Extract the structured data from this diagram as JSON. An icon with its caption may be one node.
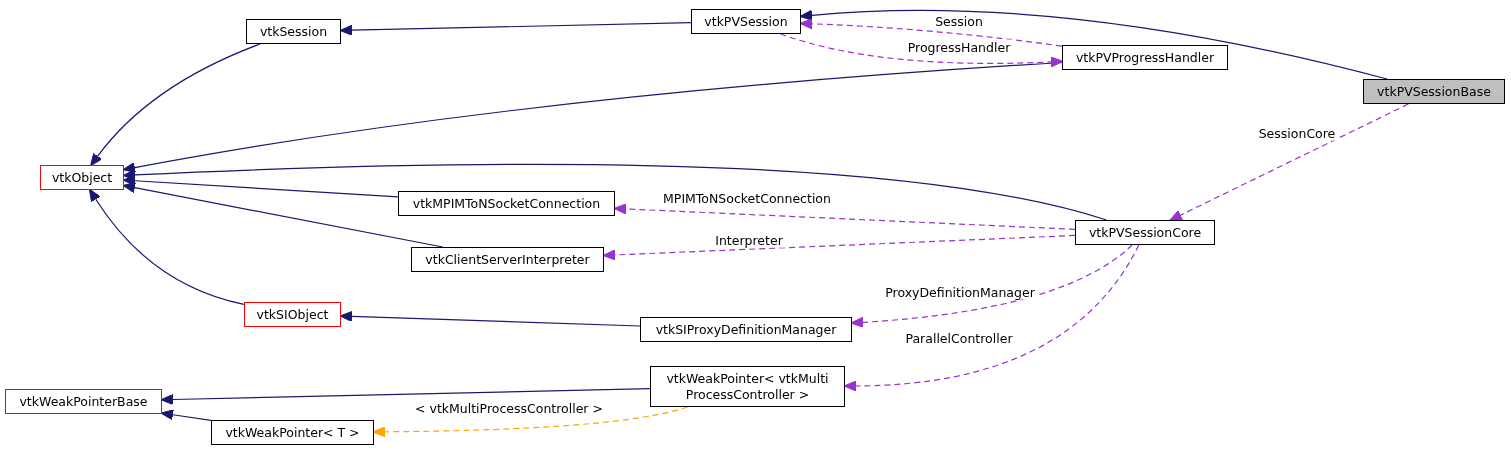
{
  "diagram": {
    "nodes": [
      {
        "text": [
          "vtkSession"
        ]
      },
      {
        "text": [
          "vtkPVSession"
        ]
      },
      {
        "text": [
          "vtkPVProgressHandler"
        ]
      },
      {
        "text": [
          "vtkPVSessionBase"
        ]
      },
      {
        "text": [
          "vtkObject"
        ]
      },
      {
        "text": [
          "vtkMPIMToNSocketConnection"
        ]
      },
      {
        "text": [
          "vtkPVSessionCore"
        ]
      },
      {
        "text": [
          "vtkClientServerInterpreter"
        ]
      },
      {
        "text": [
          "vtkSIObject"
        ]
      },
      {
        "text": [
          "vtkSIProxyDefinitionManager"
        ]
      },
      {
        "text": [
          "vtkWeakPointerBase"
        ]
      },
      {
        "text": [
          "vtkWeakPointer< vtkMulti ProcessController >"
        ]
      },
      {
        "text": [
          "vtkWeakPointer< T >"
        ]
      }
    ],
    "edges": [
      {
        "from": 0,
        "to": 4,
        "arrow": "to"
      },
      {
        "from": 1,
        "to": 0,
        "arrow": "to"
      },
      {
        "from": 3,
        "to": 1,
        "arrow": "to"
      },
      {
        "from": 2,
        "to": 4,
        "arrow": "to"
      },
      {
        "from": 6,
        "to": 4,
        "arrow": "to"
      },
      {
        "from": 5,
        "to": 4,
        "arrow": "to"
      },
      {
        "from": 7,
        "to": 4,
        "arrow": "to"
      },
      {
        "from": 8,
        "to": 4,
        "arrow": "to"
      },
      {
        "from": 9,
        "to": 8,
        "arrow": "to"
      },
      {
        "from": 11,
        "to": 10,
        "arrow": "to"
      },
      {
        "from": 12,
        "to": 10,
        "arrow": "to"
      },
      {
        "from": 2,
        "to": 1,
        "arrow": "to",
        "label": "Session",
        "style": "dashed",
        "color": "#9a32cd"
      },
      {
        "from": 1,
        "to": 2,
        "arrow": "to",
        "label": "ProgressHandler",
        "style": "dashed",
        "color": "#9a32cd"
      },
      {
        "from": 3,
        "to": 6,
        "arrow": "to",
        "label": "SessionCore",
        "style": "dashed",
        "color": "#9a32cd"
      },
      {
        "from": 6,
        "to": 5,
        "arrow": "to",
        "label": "MPIMToNSocketConnection",
        "style": "dashed",
        "color": "#9a32cd"
      },
      {
        "from": 6,
        "to": 7,
        "arrow": "to",
        "label": "Interpreter",
        "style": "dashed",
        "color": "#9a32cd"
      },
      {
        "from": 6,
        "to": 9,
        "arrow": "to",
        "label": "ProxyDefinitionManager",
        "style": "dashed",
        "color": "#9a32cd"
      },
      {
        "from": 6,
        "to": 11,
        "arrow": "to",
        "label": "ParallelController",
        "style": "dashed",
        "color": "#9a32cd"
      },
      {
        "from": 11,
        "to": 12,
        "arrow": "to",
        "label": "< vtkMultiProcessController >",
        "style": "dashed",
        "color": "#ffa500"
      }
    ]
  }
}
